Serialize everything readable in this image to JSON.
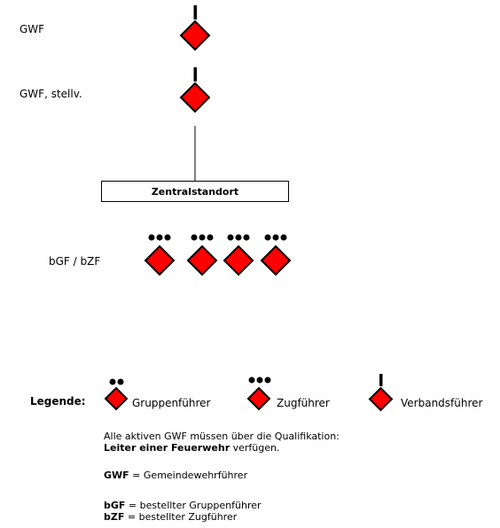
{
  "levels": {
    "gwf": "GWF",
    "gwf_deputy": "GWF, stellv.",
    "central": "Zentralstandort",
    "bgf_bzf": "bGF / bZF"
  },
  "legend": {
    "title": "Legende:",
    "items": [
      {
        "label": "Gruppenführer",
        "icon": "two-dots-diamond"
      },
      {
        "label": "Zugführer",
        "icon": "three-dots-diamond"
      },
      {
        "label": "Verbandsführer",
        "icon": "bar-diamond"
      }
    ]
  },
  "notes": {
    "qualification_line1": "Alle aktiven GWF müssen über die Qualifikation:",
    "qualification_bold": "Leiter einer Feuerwehr",
    "qualification_rest": " verfügen.",
    "gwf_abbr": "GWF",
    "gwf_def": " = Gemeindewehrführer",
    "bgf_abbr": "bGF",
    "bgf_def": " = bestellter Gruppenführer",
    "bzf_abbr": "bZF",
    "bzf_def": " = bestellter Zugführer"
  },
  "colors": {
    "diamond_fill": "#ff0000",
    "diamond_stroke": "#000000"
  }
}
